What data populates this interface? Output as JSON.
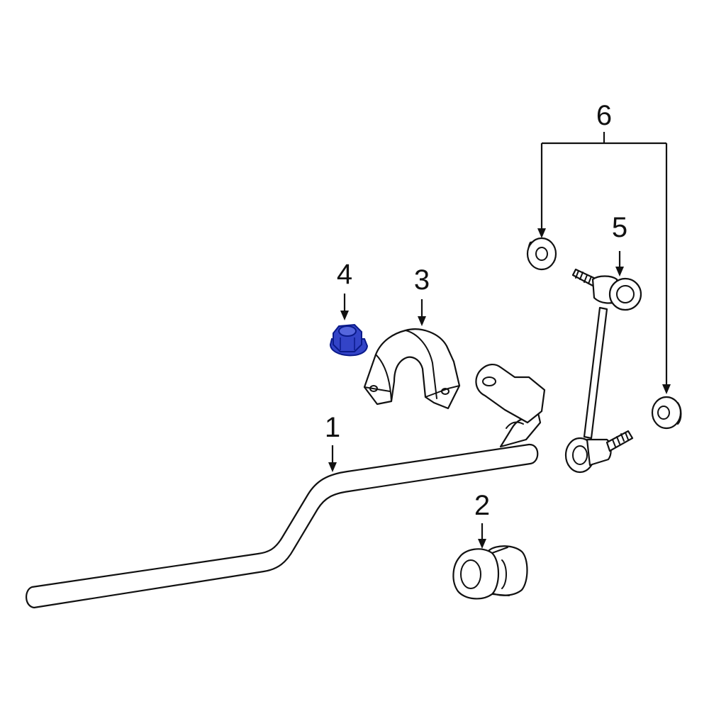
{
  "callouts": {
    "c1": "1",
    "c2": "2",
    "c3": "3",
    "c4": "4",
    "c5": "5",
    "c6": "6"
  },
  "colors": {
    "line": "#111111",
    "background": "#ffffff",
    "highlight_fill": "#3344c8",
    "highlight_stroke": "#0a1a8a"
  }
}
